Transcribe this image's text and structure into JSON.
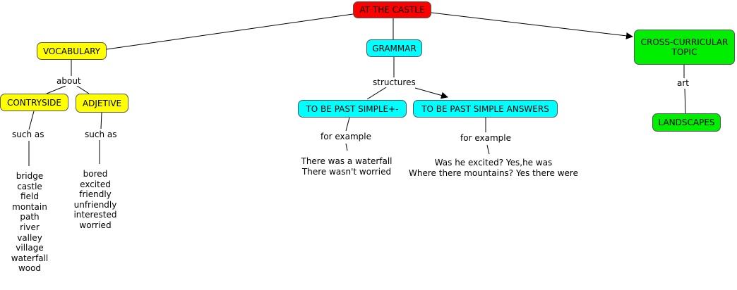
{
  "nodes": {
    "root": "AT THE CASTLE",
    "vocabulary": "VOCABULARY",
    "grammar": "GRAMMAR",
    "cross_curricular": "CROSS-CURRICULAR\nTOPIC",
    "contryside": "CONTRYSIDE",
    "adjetive": "ADJETIVE",
    "past_simple": "TO BE PAST SIMPLE+-",
    "past_answers": "TO BE PAST SIMPLE ANSWERS",
    "landscapes": "LANDSCAPES"
  },
  "links": {
    "about": "about",
    "structures": "structures",
    "art": "art",
    "such_as_1": "such as",
    "such_as_2": "such as",
    "for_example_1": "for example",
    "for_example_2": "for example"
  },
  "contryside_words": [
    "bridge",
    "castle",
    "field",
    "montain",
    "path",
    "river",
    "valley",
    "village",
    "waterfall",
    "wood"
  ],
  "adjetive_words": [
    "bored",
    "excited",
    "friendly",
    "unfriendly",
    "interested",
    "worried"
  ],
  "examples_past_simple": [
    "There was a waterfall",
    "There wasn't worried"
  ],
  "examples_answers": [
    "Was he excited? Yes,he was",
    "Where there mountains? Yes there were"
  ],
  "colors": {
    "root": "#ff0000",
    "vocabulary": "#ffff00",
    "grammar": "#00ffff",
    "cross_curricular": "#00ee00"
  }
}
